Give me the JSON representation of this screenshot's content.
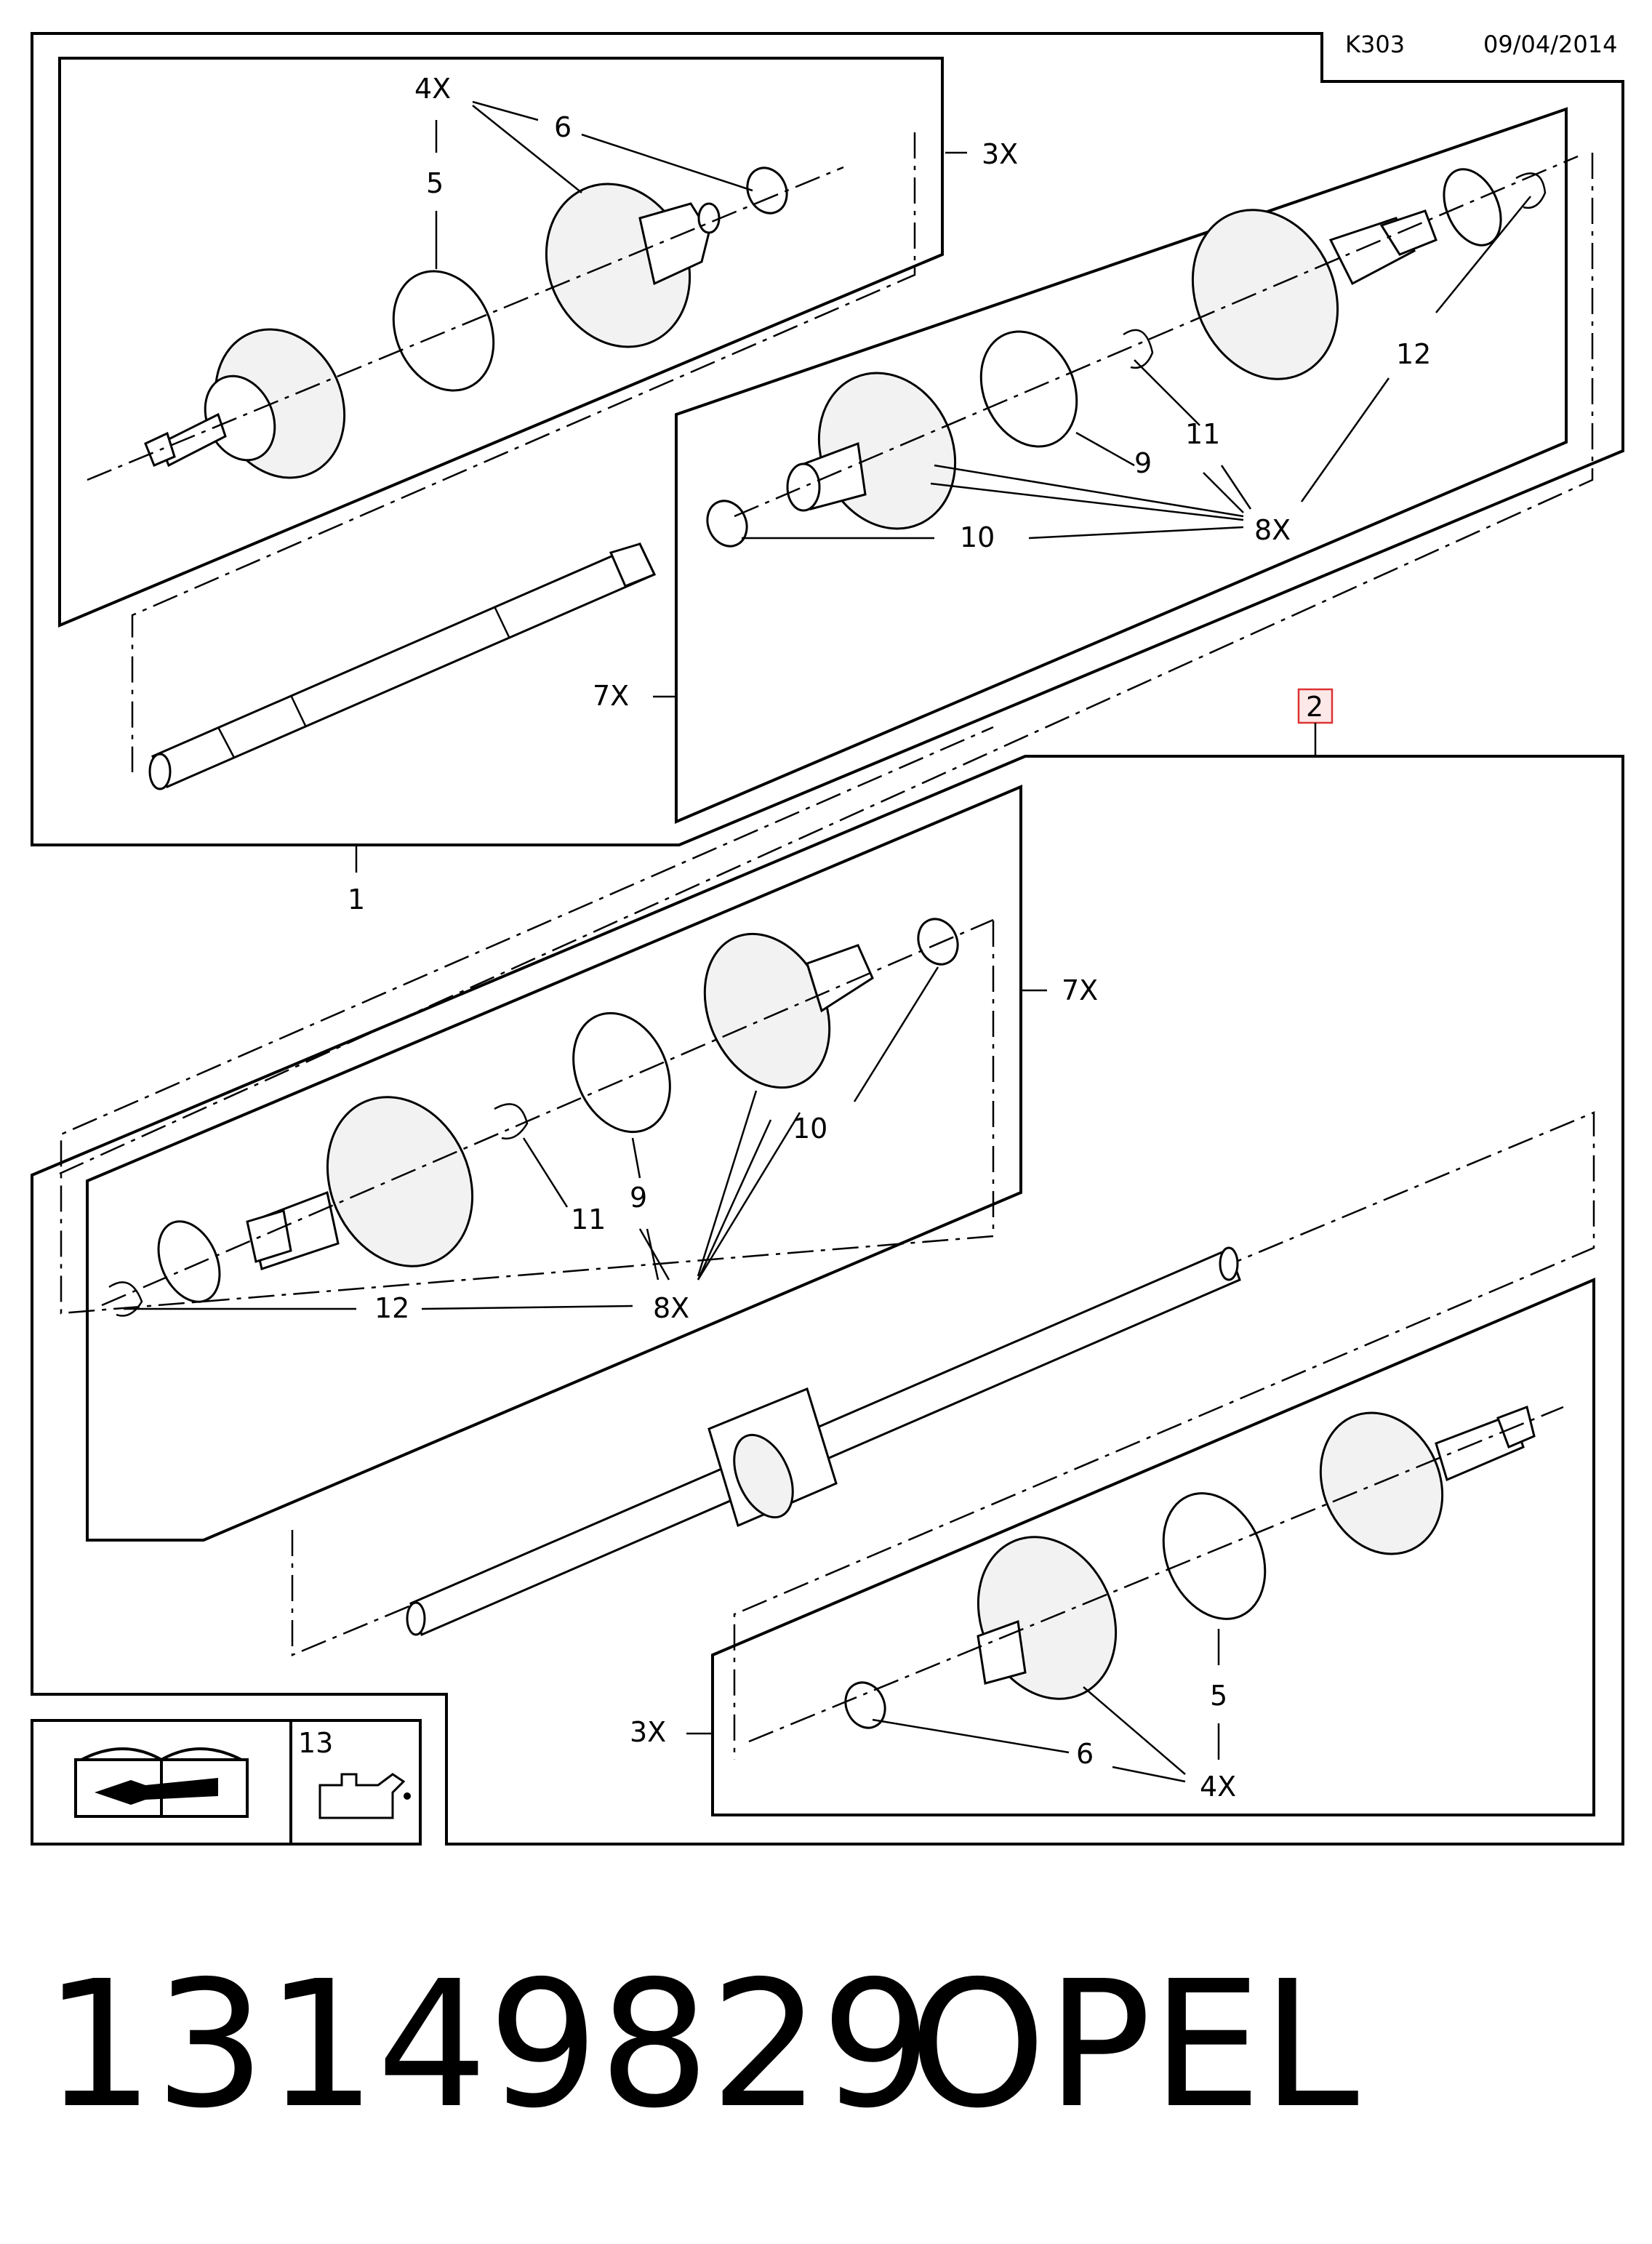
{
  "header": {
    "code": "K303",
    "date": "09/04/2014"
  },
  "assembly_1": {
    "item": "1",
    "callouts": {
      "qty_4x": "4X",
      "boot": "6",
      "clamp_small": "5",
      "kit_3x": "3X",
      "kit_7x": "7X",
      "inner_boot": "10",
      "clamp_large": "9",
      "circlip": "11",
      "ring": "12",
      "qty_8x": "8X"
    }
  },
  "assembly_2": {
    "item": "2",
    "callouts": {
      "kit_7x": "7X",
      "inner_boot": "10",
      "clamp_large": "9",
      "circlip": "11",
      "ring": "12",
      "qty_8x": "8X",
      "kit_3x": "3X",
      "clamp_small": "5",
      "boot": "6",
      "qty_4x": "4X"
    }
  },
  "legend": {
    "item": "13"
  },
  "footer": {
    "part_number": "13149829",
    "brand": "OPEL"
  }
}
